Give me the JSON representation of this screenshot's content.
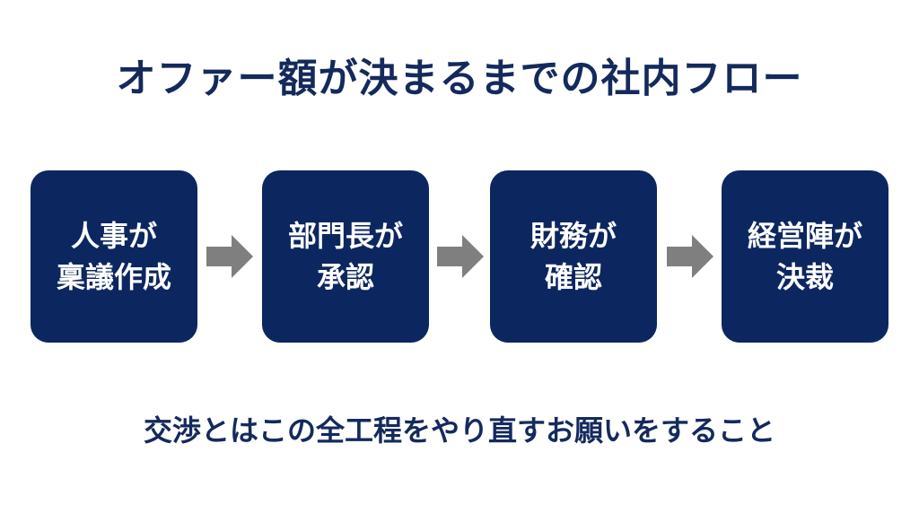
{
  "title": "オファー額が決まるまでの社内フロー",
  "steps": [
    {
      "line1": "人事が",
      "line2": "稟議作成"
    },
    {
      "line1": "部門長が",
      "line2": "承認"
    },
    {
      "line1": "財務が",
      "line2": "確認"
    },
    {
      "line1": "経営陣が",
      "line2": "決裁"
    }
  ],
  "arrows": [
    "arrow-right-icon",
    "arrow-right-icon",
    "arrow-right-icon"
  ],
  "footer": "交渉とはこの全工程をやり直すお願いをすること",
  "colors": {
    "box": "#0c2660",
    "text": "#142a5c",
    "arrow": "#7f7f7f",
    "background": "#ffffff"
  }
}
